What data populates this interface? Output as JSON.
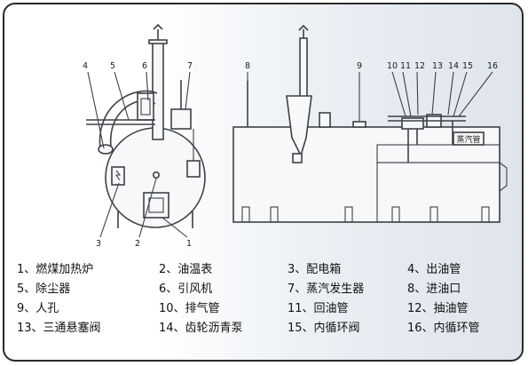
{
  "callouts": [
    {
      "id": "4",
      "label": "4"
    },
    {
      "id": "5",
      "label": "5"
    },
    {
      "id": "6",
      "label": "6"
    },
    {
      "id": "7",
      "label": "7"
    },
    {
      "id": "8",
      "label": "8"
    },
    {
      "id": "9",
      "label": "9"
    },
    {
      "id": "10",
      "label": "10"
    },
    {
      "id": "11",
      "label": "11"
    },
    {
      "id": "12",
      "label": "12"
    },
    {
      "id": "13",
      "label": "13"
    },
    {
      "id": "14",
      "label": "14"
    },
    {
      "id": "15",
      "label": "15"
    },
    {
      "id": "16",
      "label": "16"
    },
    {
      "id": "3",
      "label": "3"
    },
    {
      "id": "2",
      "label": "2"
    },
    {
      "id": "1",
      "label": "1"
    }
  ],
  "steam_tank_label": "蒸汽管",
  "legend": [
    "1、燃煤加热炉",
    "2、油温表",
    "3、配电箱",
    "4、出油管",
    "5、除尘器",
    "6、引风机",
    "7、蒸汽发生器",
    "8、进油口",
    "9、人孔",
    "10、排气管",
    "11、回油管",
    "12、抽油管",
    "13、三通悬塞阀",
    "14、齿轮沥青泵",
    "15、内循环阀",
    "16、内循环管"
  ]
}
